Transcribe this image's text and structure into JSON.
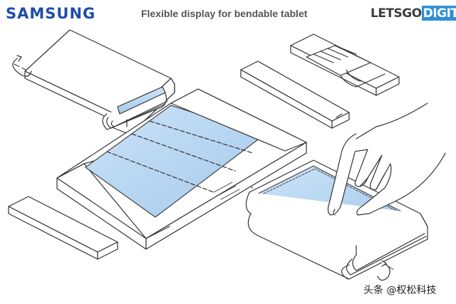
{
  "header": {
    "brand": "SAMSUNG",
    "caption": "Flexible display for bendable tablet",
    "logo_part1": "LETSGO",
    "logo_part2": "DIGITAL"
  },
  "watermark": "头条 @权松科技",
  "colors": {
    "brand_blue": "#1f4da8",
    "logo_blue": "#2f8fd6",
    "screen_blue": "#b7d6f2",
    "outline": "#333333"
  },
  "icons": [
    "rotation-arrow-icon",
    "hand-icon"
  ]
}
